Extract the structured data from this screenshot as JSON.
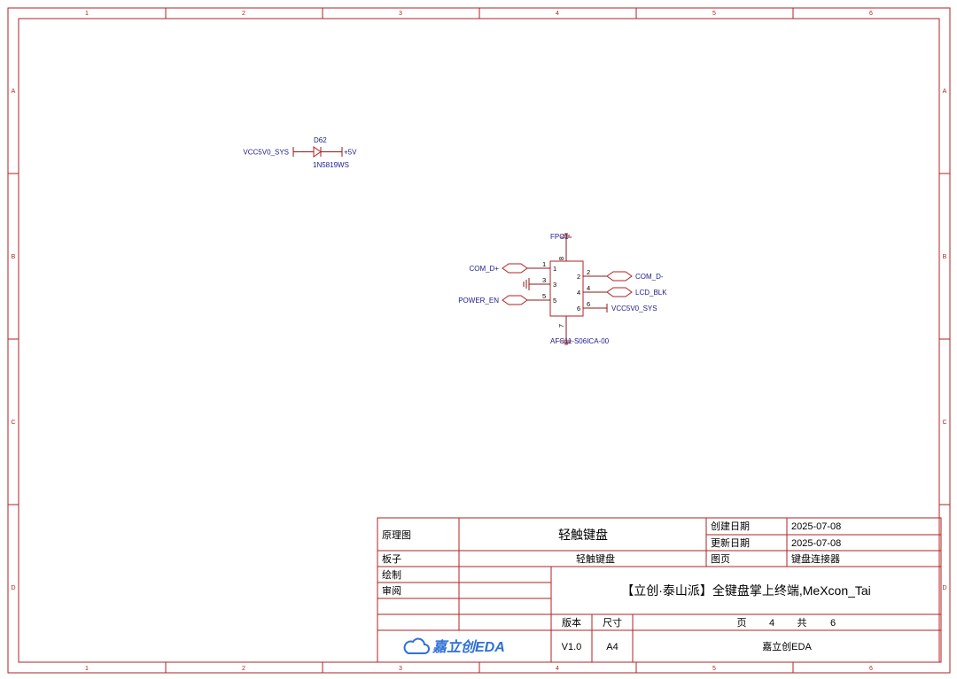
{
  "colors": {
    "frame": "#b22222",
    "net": "#1a1a8c",
    "part": "#b22222",
    "wire": "#8b1a1a"
  },
  "frame": {
    "columns": [
      "1",
      "2",
      "3",
      "4",
      "5",
      "6"
    ],
    "rows": [
      "A",
      "B",
      "C",
      "D"
    ]
  },
  "diode": {
    "designator": "D62",
    "value": "1N5819WS",
    "net_left": "VCC5V0_SYS",
    "net_right": "+5V"
  },
  "connector": {
    "designator": "FPC1",
    "value": "AFC11-S06ICA-00",
    "pins": {
      "p1": "1",
      "p2": "2",
      "p3": "3",
      "p4": "4",
      "p5": "5",
      "p6": "6",
      "p7": "7",
      "p8": "8"
    },
    "nets": {
      "p1": "COM_D+",
      "p2": "COM_D-",
      "p4": "LCD_BLK",
      "p5": "POWER_EN",
      "p6": "VCC5V0_SYS"
    }
  },
  "title_block": {
    "label_schematic": "原理图",
    "title": "轻触键盘",
    "label_created": "创建日期",
    "created": "2025-07-08",
    "label_updated": "更新日期",
    "updated": "2025-07-08",
    "label_board": "板子",
    "board": "轻触键盘",
    "label_page": "图页",
    "page_name": "键盘连接器",
    "label_drawn": "绘制",
    "label_review": "审阅",
    "project": "【立创·泰山派】全键盘掌上终端,MeXcon_Tai",
    "label_version": "版本",
    "label_size": "尺寸",
    "label_page_no": "页",
    "page_no": "4",
    "label_total": "共",
    "total": "6",
    "version": "V1.0",
    "size": "A4",
    "logo_text": "嘉立创EDA",
    "company": "嘉立创EDA"
  }
}
